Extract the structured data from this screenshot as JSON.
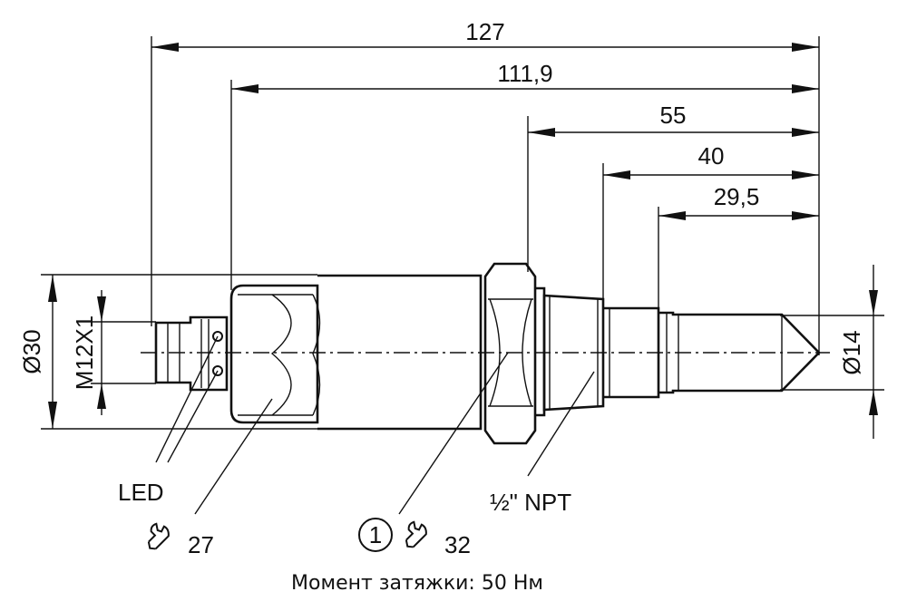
{
  "dimensions": {
    "overall_length": "127",
    "length_from_nut": "111,9",
    "length_from_hex": "55",
    "length_from_thread": "40",
    "probe_length": "29,5",
    "body_diameter": "Ø30",
    "connector_thread": "M12X1",
    "probe_diameter": "Ø14"
  },
  "labels": {
    "led": "LED",
    "wrench_size_nut": "27",
    "callout_number": "1",
    "wrench_size_hex": "32",
    "thread_type": "½\" NPT"
  },
  "caption": "Момент затяжки: 50 Нм",
  "icons": [
    "wrench-icon",
    "wrench-icon",
    "callout-circle"
  ]
}
